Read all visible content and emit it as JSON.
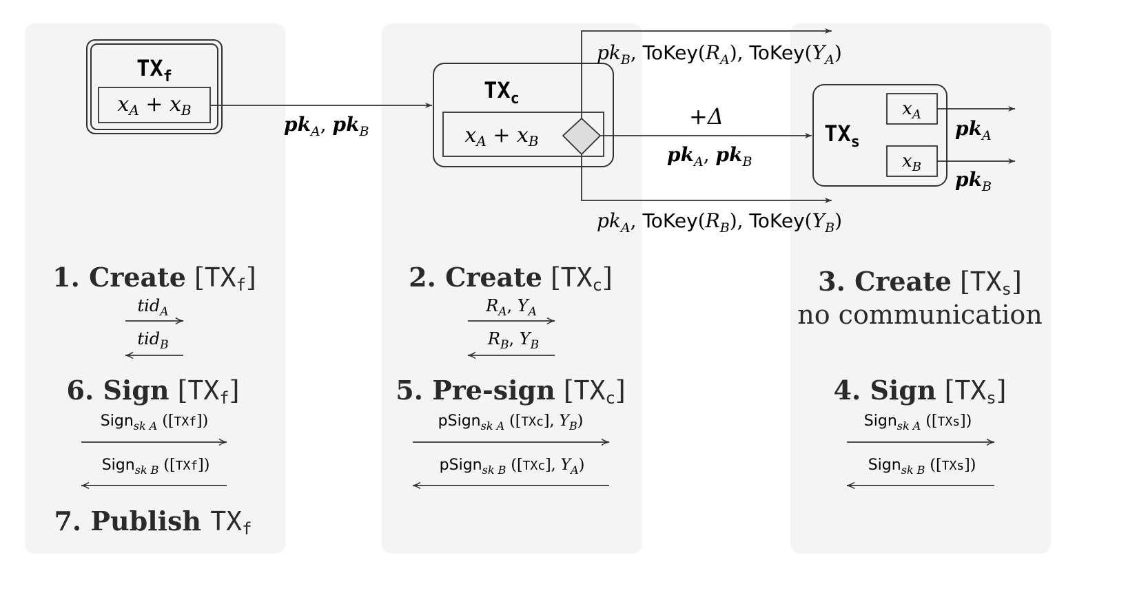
{
  "transactions": {
    "tx_f": {
      "name": "TX",
      "sub": "f",
      "input": "x_A + x_B"
    },
    "tx_c": {
      "name": "TX",
      "sub": "c",
      "input": "x_A + x_B"
    },
    "tx_s": {
      "name": "TX",
      "sub": "s",
      "out_a": "x_A",
      "out_b": "x_B"
    }
  },
  "edges": {
    "f_to_c": "pk_A, pk_B",
    "c_top": "pk_B, ToKey(R_A), ToKey(Y_A)",
    "c_mid_top": "+Δ",
    "c_mid_bottom": "pk_A, pk_B",
    "c_bottom": "pk_A, ToKey(R_B), ToKey(Y_B)",
    "s_out_a": "pk_A",
    "s_out_b": "pk_B"
  },
  "steps": {
    "step1": {
      "num": "1.",
      "word": "Create",
      "tx": "TX",
      "sub": "f",
      "send": "tid_A",
      "recv": "tid_B"
    },
    "step2": {
      "num": "2.",
      "word": "Create",
      "tx": "TX",
      "sub": "c",
      "send": "R_A, Y_A",
      "recv": "R_B, Y_B"
    },
    "step3": {
      "num": "3.",
      "word": "Create",
      "tx": "TX",
      "sub": "s",
      "note": "no communication"
    },
    "step4": {
      "num": "4.",
      "word": "Sign",
      "tx": "TX",
      "sub": "s",
      "send": "Sign_skA([TXs])",
      "recv": "Sign_skB([TXs])"
    },
    "step5": {
      "num": "5.",
      "word": "Pre-sign",
      "tx": "TX",
      "sub": "c",
      "send": "pSign_skA([TXc], Y_B)",
      "recv": "pSign_skB([TXc], Y_A)"
    },
    "step6": {
      "num": "6.",
      "word": "Sign",
      "tx": "TX",
      "sub": "f",
      "send": "Sign_skA([TXf])",
      "recv": "Sign_skB([TXf])"
    },
    "step7": {
      "num": "7.",
      "word": "Publish",
      "tx": "TX",
      "sub": "f"
    }
  },
  "colors": {
    "panel": "#f4f4f4",
    "stroke": "#333333",
    "diamond": "#dddddd"
  }
}
